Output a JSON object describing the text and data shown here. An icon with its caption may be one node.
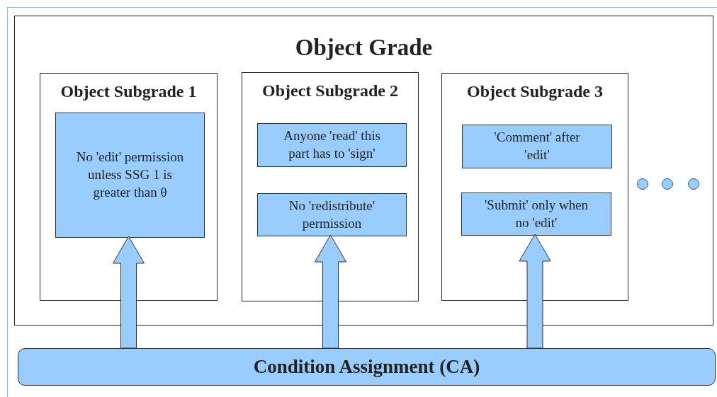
{
  "diagram": {
    "nodes": [
      {
        "text": [
          "Object Grade"
        ]
      },
      {
        "text": [
          "Object Subgrade 1"
        ],
        "in": 0
      },
      {
        "text": [
          "No 'edit' permission unless SSG 1 is greater than θ"
        ],
        "in": 1
      },
      {
        "text": [
          "Object Subgrade 2"
        ],
        "in": 0
      },
      {
        "text": [
          "Anyone 'read' this part has to 'sign'"
        ],
        "in": 3
      },
      {
        "text": [
          "No 'redistribute' permission"
        ],
        "in": 3
      },
      {
        "text": [
          "Object Subgrade 3"
        ],
        "in": 0
      },
      {
        "text": [
          "'Comment' after 'edit'"
        ],
        "in": 6
      },
      {
        "text": [
          "'Submit' only when no 'edit'"
        ],
        "in": 6
      },
      {
        "text": [],
        "shape": "circle",
        "in": 0
      },
      {
        "text": [],
        "shape": "circle",
        "in": 0
      },
      {
        "text": [],
        "shape": "circle",
        "in": 0
      },
      {
        "text": [
          "Condition Assignment (CA)"
        ]
      }
    ],
    "edges": [
      {
        "from": 12,
        "to": 2,
        "arrow": "to"
      },
      {
        "from": 12,
        "to": 5,
        "arrow": "to"
      },
      {
        "from": 12,
        "to": 8,
        "arrow": "to"
      }
    ]
  }
}
